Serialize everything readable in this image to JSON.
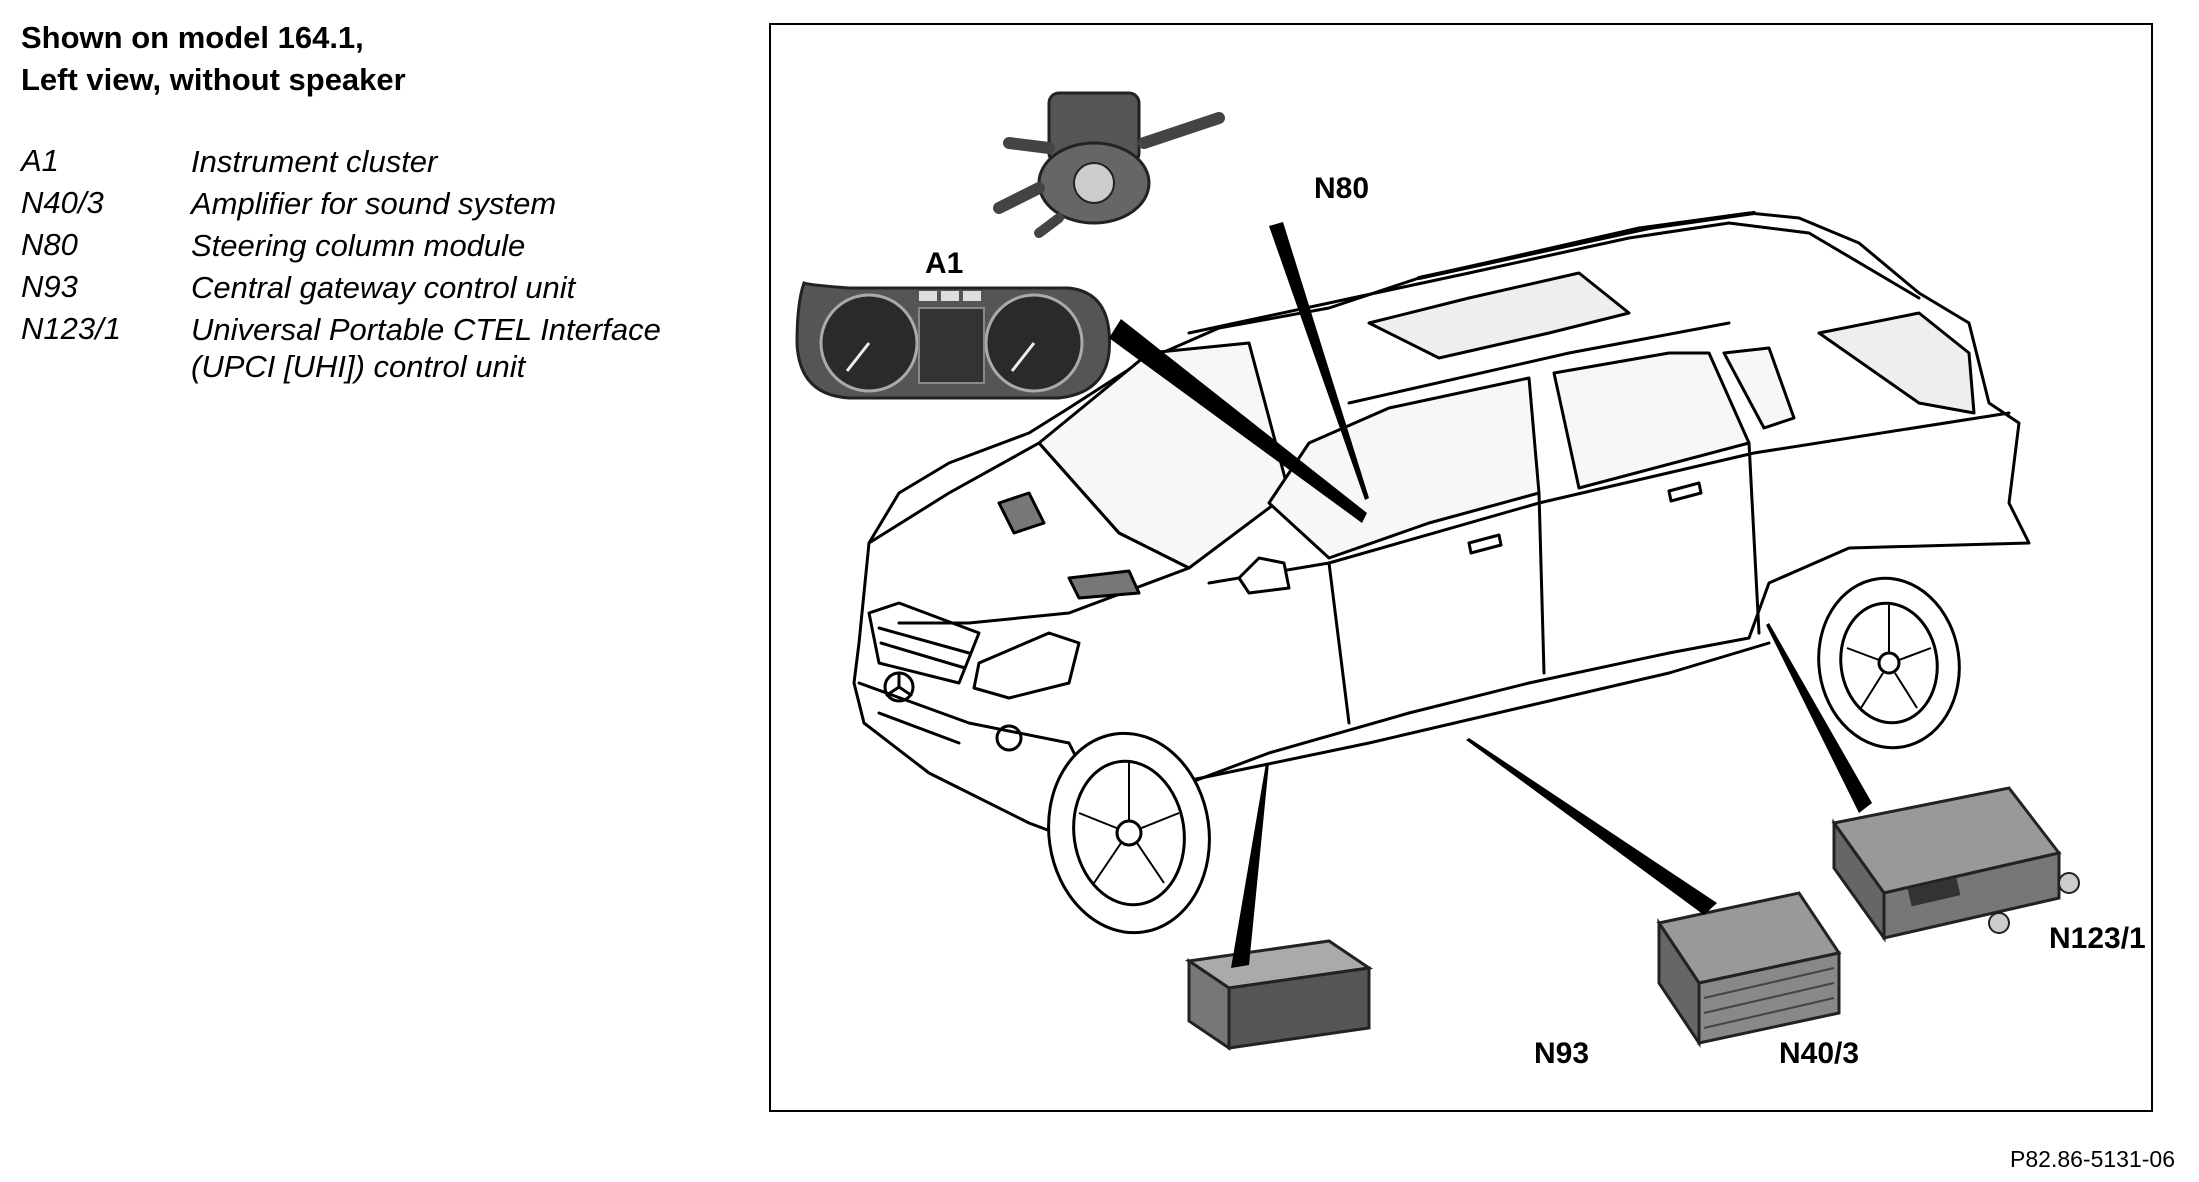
{
  "title": {
    "line1": "Shown on model 164.1,",
    "line2": "Left view, without speaker"
  },
  "legend": [
    {
      "code": "A1",
      "description": "Instrument cluster"
    },
    {
      "code": "N40/3",
      "description": "Amplifier for sound system"
    },
    {
      "code": "N80",
      "description": "Steering column module"
    },
    {
      "code": "N93",
      "description": "Central gateway control unit"
    },
    {
      "code": "N123/1",
      "description": "Universal Portable CTEL Interface (UPCI [UHI]) control unit"
    }
  ],
  "callouts": {
    "a1": "A1",
    "n80": "N80",
    "n93": "N93",
    "n40_3": "N40/3",
    "n123_1": "N123/1"
  },
  "reference": "P82.86-5131-06"
}
